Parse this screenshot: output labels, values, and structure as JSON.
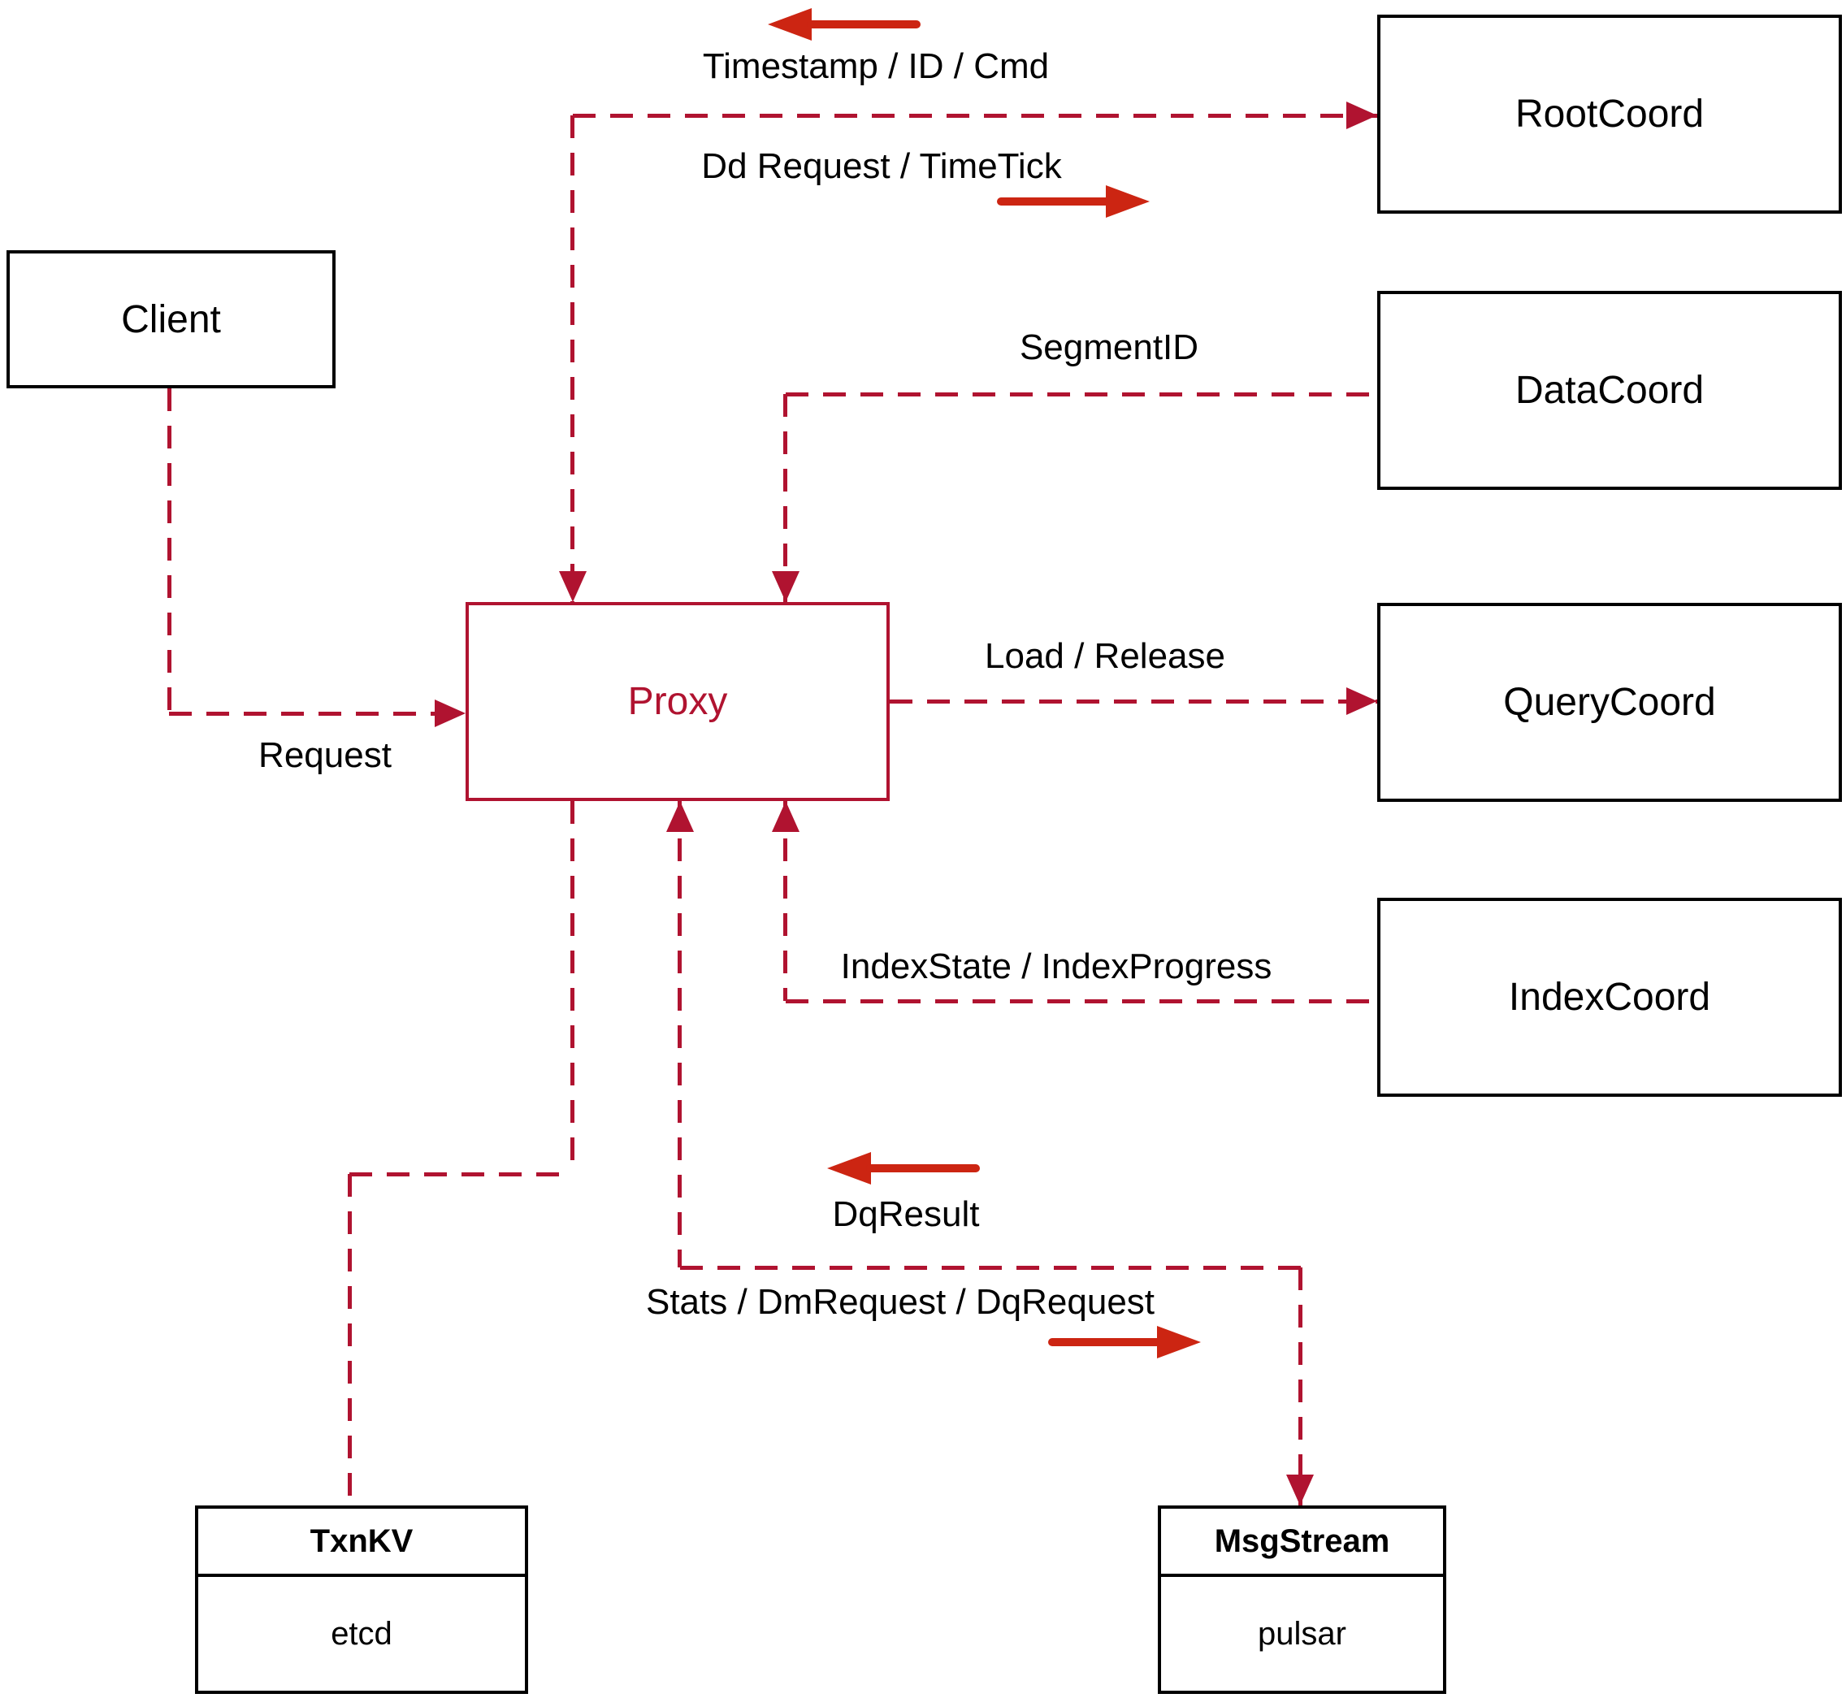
{
  "colors": {
    "line": "#b01330",
    "arrow": "#cc2512",
    "box_border": "#000000",
    "text": "#000000"
  },
  "nodes": {
    "client": {
      "label": "Client"
    },
    "proxy": {
      "label": "Proxy"
    },
    "root_coord": {
      "label": "RootCoord"
    },
    "data_coord": {
      "label": "DataCoord"
    },
    "query_coord": {
      "label": "QueryCoord"
    },
    "index_coord": {
      "label": "IndexCoord"
    },
    "txn_kv": {
      "title": "TxnKV",
      "subtitle": "etcd"
    },
    "msg_stream": {
      "title": "MsgStream",
      "subtitle": "pulsar"
    }
  },
  "edge_labels": {
    "timestamp_id_cmd": "Timestamp / ID / Cmd",
    "dd_request_timetick": "Dd Request / TimeTick",
    "segment_id": "SegmentID",
    "request": "Request",
    "load_release": "Load / Release",
    "indexstate_indexprogress": "IndexState / IndexProgress",
    "dqresult": "DqResult",
    "stats_dm_dq": "Stats / DmRequest / DqRequest"
  }
}
